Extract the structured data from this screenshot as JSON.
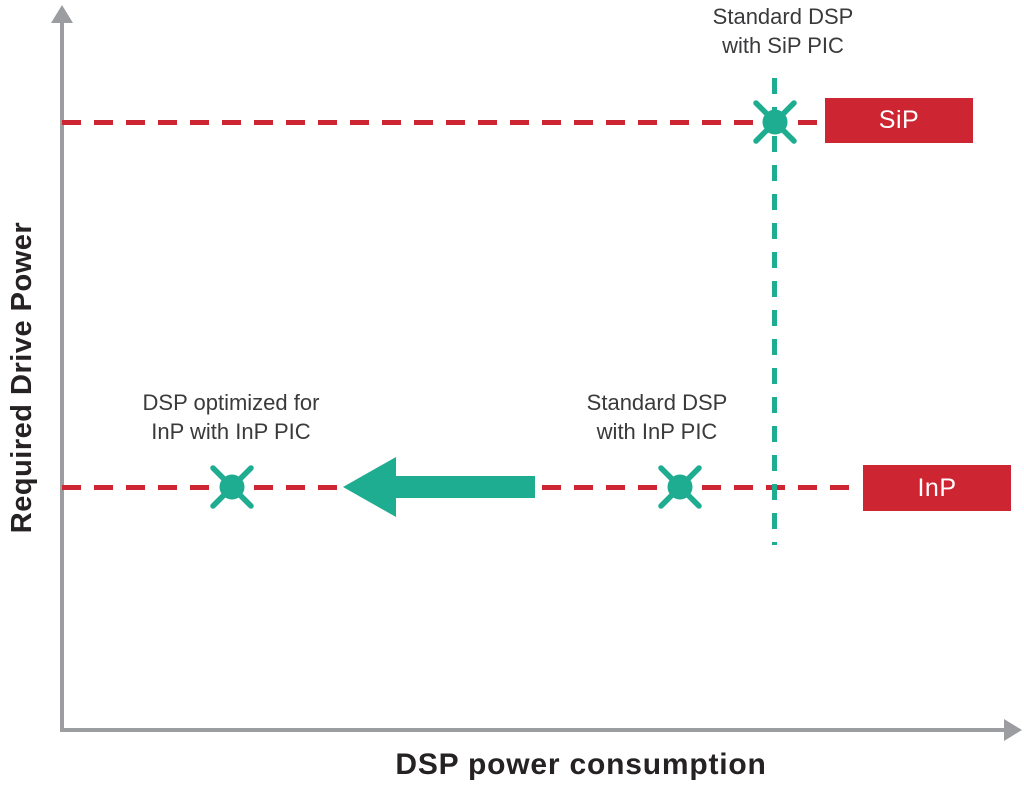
{
  "colors": {
    "teal": "#1ead90",
    "red": "#cd2531",
    "axis_gray": "#9b9da0",
    "axis_text": "#262223",
    "label_text": "#3a3a3c",
    "badge_text": "#ffffff"
  },
  "axes": {
    "y_label": "Required Drive Power",
    "x_label": "DSP power consumption"
  },
  "badges": {
    "sip": "SiP",
    "inp": "InP"
  },
  "annotations": {
    "sip_point": {
      "line1": "Standard DSP",
      "line2": "with SiP PIC"
    },
    "std_inp_point": {
      "line1": "Standard DSP",
      "line2": "with InP PIC"
    },
    "opt_inp_point": {
      "line1": "DSP optimized for",
      "line2": "InP with InP PIC"
    }
  },
  "chart_data": {
    "type": "scatter",
    "title": "",
    "xlabel": "DSP power consumption",
    "ylabel": "Required Drive Power",
    "axes_numeric": false,
    "grid": false,
    "points": [
      {
        "label": "Standard DSP with SiP PIC",
        "x_frac": 0.75,
        "y_frac": 0.84,
        "drive_power_level": "SiP"
      },
      {
        "label": "Standard DSP with InP PIC",
        "x_frac": 0.65,
        "y_frac": 0.34,
        "drive_power_level": "InP"
      },
      {
        "label": "DSP optimized for InP with InP PIC",
        "x_frac": 0.18,
        "y_frac": 0.34,
        "drive_power_level": "InP"
      }
    ],
    "reference_lines": [
      {
        "orientation": "horizontal",
        "label": "SiP",
        "y_frac": 0.84,
        "style": "dashed",
        "color": "#cd2531"
      },
      {
        "orientation": "horizontal",
        "label": "InP",
        "y_frac": 0.34,
        "style": "dashed",
        "color": "#cd2531"
      },
      {
        "orientation": "vertical",
        "label": "",
        "x_frac": 0.75,
        "style": "dashed",
        "color": "#1ead90"
      }
    ],
    "arrow": {
      "direction": "left",
      "from_label": "Standard DSP with InP PIC",
      "to_label": "DSP optimized for InP with InP PIC",
      "color": "#1ead90"
    },
    "legend_position": "none"
  }
}
